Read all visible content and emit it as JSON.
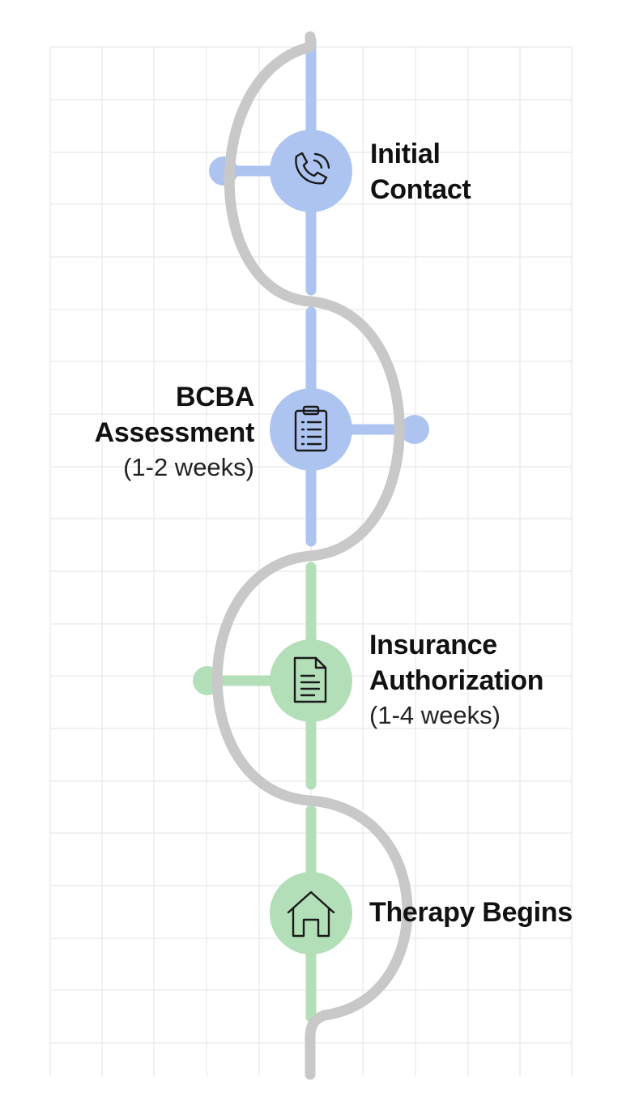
{
  "steps": [
    {
      "title_lines": [
        "Initial",
        "Contact"
      ],
      "duration": "",
      "icon": "phone-icon",
      "color": "#aec4f0"
    },
    {
      "title_lines": [
        "BCBA",
        "Assessment"
      ],
      "duration": "(1-2 weeks)",
      "icon": "clipboard-icon",
      "color": "#aec4f0"
    },
    {
      "title_lines": [
        "Insurance",
        "Authorization"
      ],
      "duration": "(1-4 weeks)",
      "icon": "document-icon",
      "color": "#b3dfb8"
    },
    {
      "title_lines": [
        "Therapy Begins"
      ],
      "duration": "",
      "icon": "home-icon",
      "color": "#b3dfb8"
    }
  ],
  "colors": {
    "grid": "#e3e3e3",
    "wave": "#c8c8c8",
    "blue": "#aec4f0",
    "green": "#b3dfb8",
    "icon_stroke": "#1a1a1a"
  }
}
